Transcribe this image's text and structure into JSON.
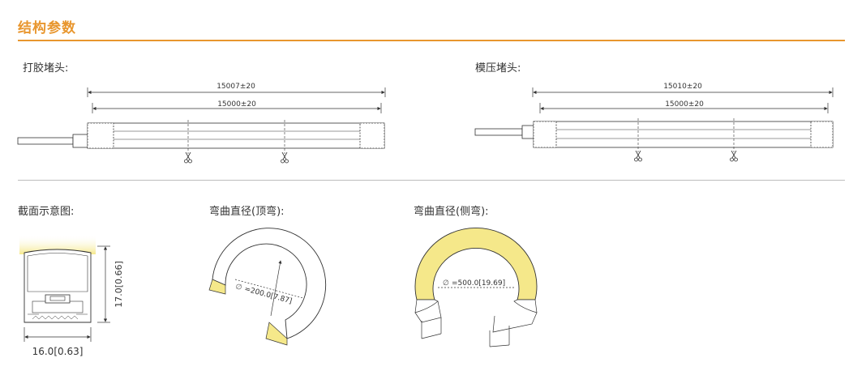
{
  "section_title": "结构参数",
  "glued_cap": {
    "label": "打胶堵头:",
    "overall_length": "15007±20",
    "body_length": "15000±20"
  },
  "molded_cap": {
    "label": "模压堵头:",
    "overall_length": "15010±20",
    "body_length": "15000±20"
  },
  "cross_section": {
    "label": "截面示意图:",
    "width": "16.0[0.63]",
    "height": "17.0[0.66]"
  },
  "bend_top": {
    "label": "弯曲直径(顶弯):",
    "diameter": "=200.0[7.87]"
  },
  "bend_side": {
    "label": "弯曲直径(侧弯):",
    "diameter": "=500.0[19.69]"
  },
  "colors": {
    "accent": "#e8962e",
    "led_glow": "#f5e88a",
    "line": "#333333"
  },
  "icons": [
    "scissors-icon",
    "diameter-icon"
  ]
}
